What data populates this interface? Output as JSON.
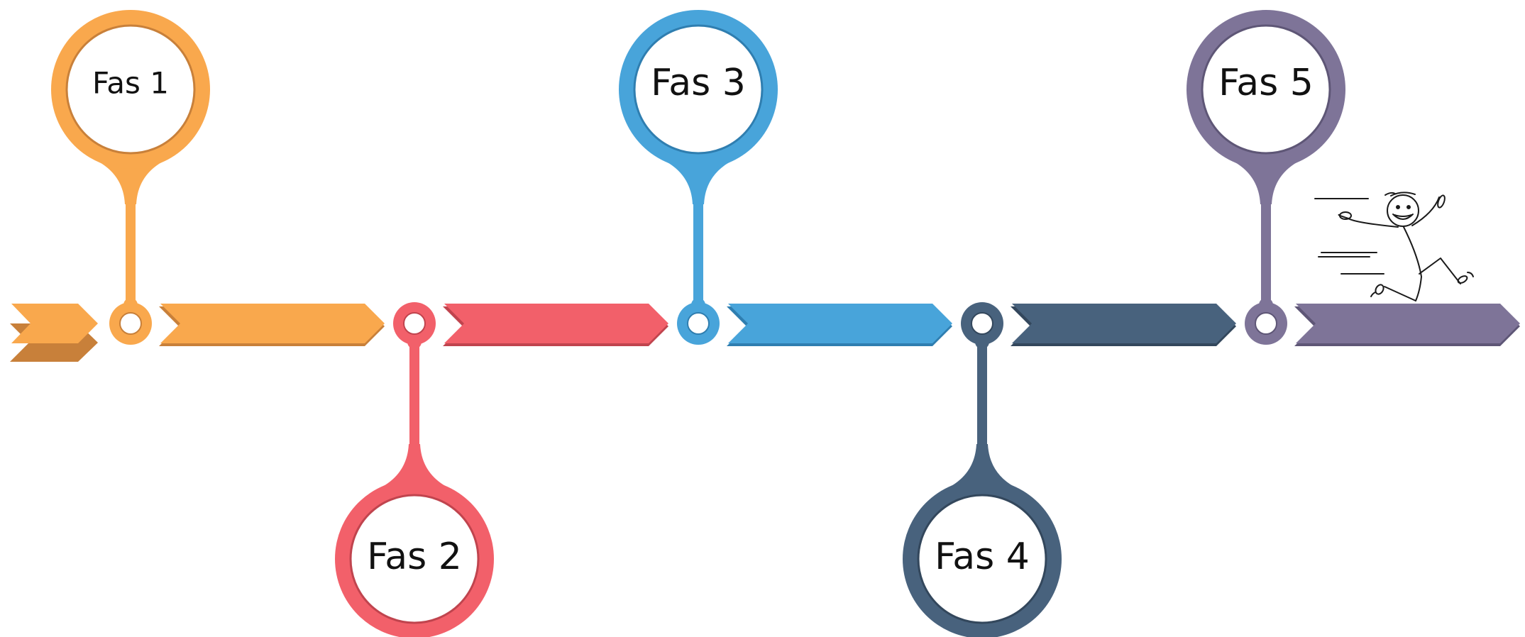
{
  "phases": [
    {
      "label": "Fas 1",
      "color": "#F9A84D",
      "dark": "#C8803A",
      "position": "top"
    },
    {
      "label": "Fas 2",
      "color": "#F2606A",
      "dark": "#C0444E",
      "position": "bottom"
    },
    {
      "label": "Fas 3",
      "color": "#48A4DA",
      "dark": "#2F7EB0",
      "position": "top"
    },
    {
      "label": "Fas 4",
      "color": "#48627D",
      "dark": "#33475C",
      "position": "bottom"
    },
    {
      "label": "Fas 5",
      "color": "#7E7498",
      "dark": "#5E5676",
      "position": "top"
    }
  ],
  "decoration": {
    "icon": "running-stick-figure-icon"
  }
}
